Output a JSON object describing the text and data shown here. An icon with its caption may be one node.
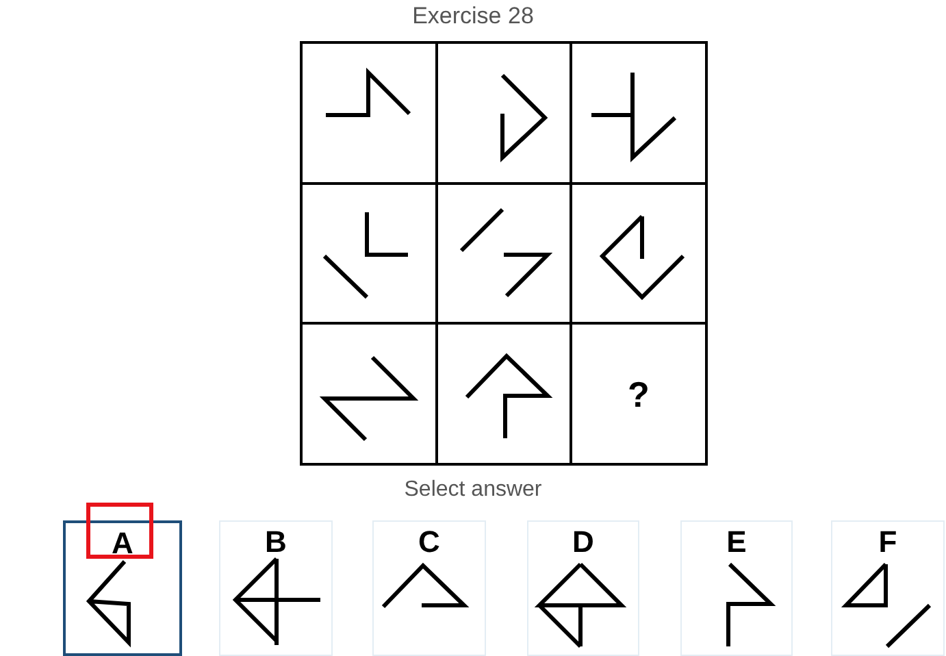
{
  "diagram": {
    "title": "Exercise 28",
    "labels": [
      "?",
      "Select answer",
      "A",
      "B",
      "C",
      "D",
      "E",
      "F"
    ]
  }
}
